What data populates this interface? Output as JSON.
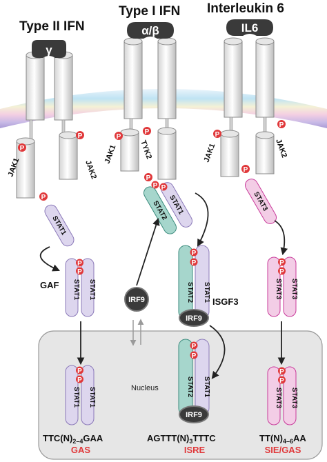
{
  "titles": {
    "type2": "Type II IFN",
    "type1": "Type I IFN",
    "il6": "Interleukin 6"
  },
  "ligands": {
    "gamma": "γ",
    "alpha_beta": "α/β",
    "il6": "IL6"
  },
  "kinases": {
    "jak1_left": "JAK1",
    "jak2_left": "JAK2",
    "jak1_mid": "JAK1",
    "tyk2": "TYK2",
    "jak1_right": "JAK1",
    "jak2_right": "JAK2"
  },
  "phospho_label": "P",
  "stat1": "STAT1",
  "stat2": "STAT2",
  "stat3": "STAT3",
  "complexes": {
    "gaf": "GAF",
    "isgf3": "ISGF3",
    "irf9": "IRF9"
  },
  "nucleus_label": "Nucleus",
  "sequences": {
    "gas": {
      "a": "TTC(N)",
      "sub": "2–4",
      "b": "GAA"
    },
    "isre": {
      "a": "AGTTT(N)",
      "sub": "3",
      "b": "TTTC"
    },
    "sie": {
      "a": "TT(N)",
      "sub": "4–6",
      "b": "AA"
    }
  },
  "elements": {
    "gas": "GAS",
    "isre": "ISRE",
    "sie_gas": "SIE/GAS"
  },
  "colors": {
    "stat1_fill": "#ddd6ee",
    "stat1_stroke": "#8a78b8",
    "stat2_fill": "#a6d6cc",
    "stat2_stroke": "#3a8a7c",
    "stat3_fill": "#f3cde6",
    "stat3_stroke": "#c8399a",
    "phospho": "#e0383a",
    "ligand": "#3a3a3a",
    "nucleus_fill": "#e6e6e6"
  }
}
